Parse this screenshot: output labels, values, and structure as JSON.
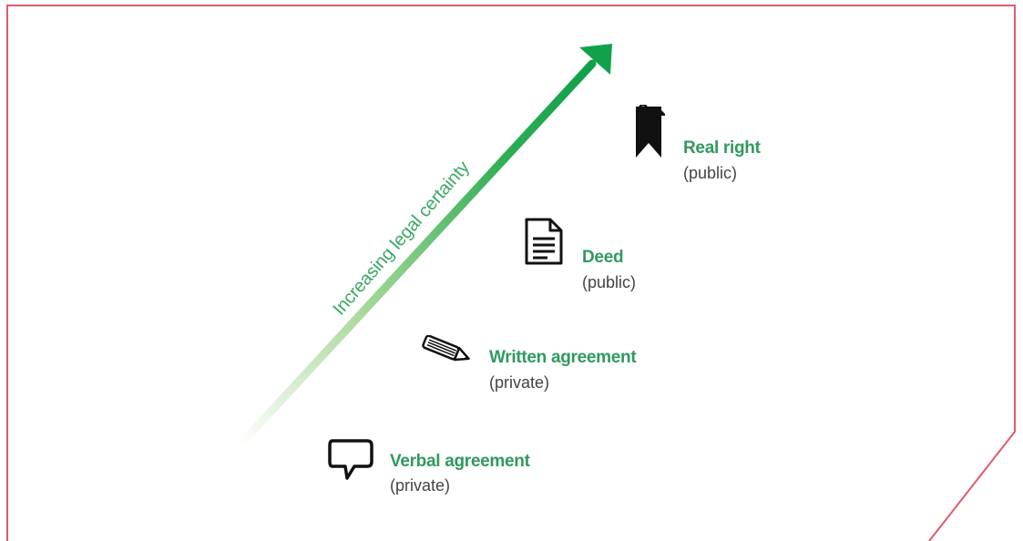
{
  "arrow": {
    "label": "Increasing legal certainty",
    "color": "#0fa04a"
  },
  "frame_color": "#e05a70",
  "items": [
    {
      "label": "Real right",
      "sub": "(public)",
      "icon": "bookmark-icon"
    },
    {
      "label": "Deed",
      "sub": "(public)",
      "icon": "document-icon"
    },
    {
      "label": "Written agreement",
      "sub": "(private)",
      "icon": "pencil-icon"
    },
    {
      "label": "Verbal agreement",
      "sub": "(private)",
      "icon": "speech-bubble-icon"
    }
  ]
}
